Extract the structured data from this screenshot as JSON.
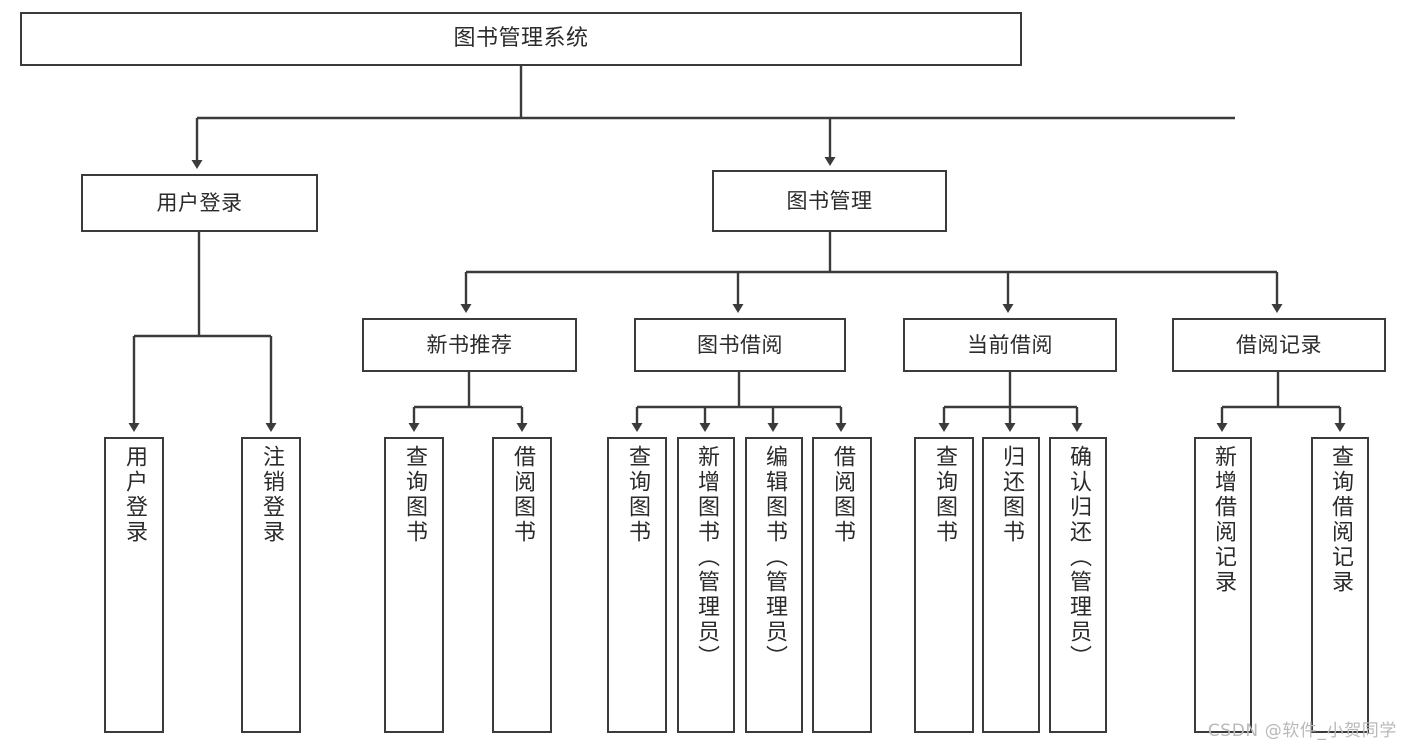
{
  "diagram": {
    "type": "tree-hierarchy",
    "title": "图书管理系统",
    "colors": {
      "box_border": "#3b3b3b",
      "box_fill": "#ffffff",
      "connector": "#3b3b3b",
      "text": "#2b2b2b",
      "watermark": "#b9b9b9"
    },
    "nodes": {
      "root": {
        "label": "图书管理系统"
      },
      "level2": [
        {
          "id": "user-login",
          "label": "用户登录"
        },
        {
          "id": "book-manage",
          "label": "图书管理"
        }
      ],
      "level3": [
        {
          "id": "new-book-rec",
          "label": "新书推荐"
        },
        {
          "id": "book-borrow",
          "label": "图书借阅"
        },
        {
          "id": "current-borrow",
          "label": "当前借阅"
        },
        {
          "id": "borrow-record",
          "label": "借阅记录"
        }
      ],
      "leaves": {
        "user-login": [
          {
            "id": "leaf-user-login",
            "label": "用户登录"
          },
          {
            "id": "leaf-user-logout",
            "label": "注销登录"
          }
        ],
        "new-book-rec": [
          {
            "id": "leaf-query-book-1",
            "label": "查询图书"
          },
          {
            "id": "leaf-borrow-book-1",
            "label": "借阅图书"
          }
        ],
        "book-borrow": [
          {
            "id": "leaf-query-book-2",
            "label": "查询图书"
          },
          {
            "id": "leaf-add-book",
            "label": "新增图书（管理员）"
          },
          {
            "id": "leaf-edit-book",
            "label": "编辑图书（管理员）"
          },
          {
            "id": "leaf-borrow-book-2",
            "label": "借阅图书"
          }
        ],
        "current-borrow": [
          {
            "id": "leaf-query-book-3",
            "label": "查询图书"
          },
          {
            "id": "leaf-return-book",
            "label": "归还图书"
          },
          {
            "id": "leaf-confirm-return",
            "label": "确认归还（管理员）"
          }
        ],
        "borrow-record": [
          {
            "id": "leaf-add-record",
            "label": "新增借阅记录"
          },
          {
            "id": "leaf-query-record",
            "label": "查询借阅记录"
          }
        ]
      }
    },
    "watermark": "CSDN @软件_小贺同学"
  }
}
